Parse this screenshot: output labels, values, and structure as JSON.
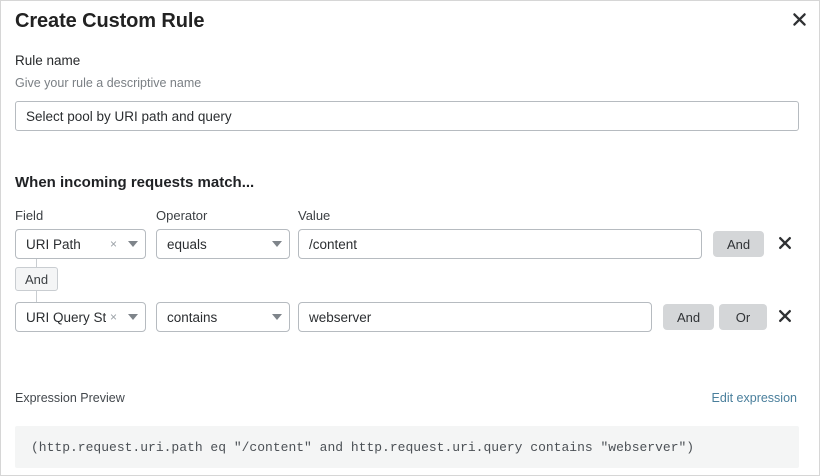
{
  "dialog": {
    "title": "Create Custom Rule",
    "close_label": "close-icon"
  },
  "rule_name": {
    "label": "Rule name",
    "hint": "Give your rule a descriptive name",
    "value": "Select pool by URI path and query",
    "placeholder": "Select pool by URI path and query"
  },
  "match": {
    "heading": "When incoming requests match...",
    "columns": {
      "field": "Field",
      "operator": "Operator",
      "value": "Value"
    },
    "connector": {
      "label": "And"
    },
    "rows": [
      {
        "field": "URI Path",
        "field_clear": "×",
        "operator": "equals",
        "value": "/content",
        "buttons": [
          "And"
        ],
        "delete_label": "delete-icon"
      },
      {
        "field": "URI Query St...",
        "field_clear": "×",
        "operator": "contains",
        "value": "webserver",
        "buttons": [
          "And",
          "Or"
        ],
        "delete_label": "delete-icon"
      }
    ]
  },
  "expression": {
    "label": "Expression Preview",
    "edit_link": "Edit expression",
    "code": "(http.request.uri.path eq \"/content\" and http.request.uri.query contains \"webserver\")"
  },
  "colors": {
    "link": "#4a7f9c",
    "logic_button_bg": "#d4d6d8",
    "code_bg": "#f4f5f5",
    "border": "#b6bbc0"
  }
}
